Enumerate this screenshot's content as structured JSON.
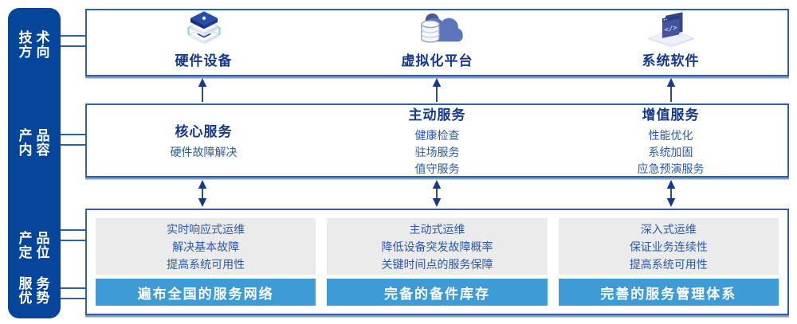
{
  "colors": {
    "sidebar_bg": "#05459A",
    "box_border": "#2E5FA8",
    "title_navy": "#16388C",
    "body_blue": "#2B5AA8",
    "bar_blue": "#3E9BD5",
    "panel_gray": "#EBEBEB",
    "arrow_navy": "#16388C",
    "bracket_cyan": "#7FCBEC"
  },
  "sidebar": {
    "items": [
      {
        "line1": "技术",
        "line2": "方向"
      },
      {
        "line1": "产品",
        "line2": "内容"
      },
      {
        "line1": "产品",
        "line2": "定位"
      },
      {
        "line1": "服务",
        "line2": "优势"
      }
    ]
  },
  "tech": {
    "items": [
      {
        "icon": "server-stack-icon",
        "label": "硬件设备"
      },
      {
        "icon": "cloud-database-icon",
        "label": "虚拟化平台"
      },
      {
        "icon": "code-window-icon",
        "label": "系统软件"
      }
    ]
  },
  "services": [
    {
      "title": "核心服务",
      "items": [
        "硬件故障解决"
      ]
    },
    {
      "title": "主动服务",
      "items": [
        "健康检查",
        "驻场服务",
        "值守服务"
      ]
    },
    {
      "title": "增值服务",
      "items": [
        "性能优化",
        "系统加固",
        "应急预演服务"
      ]
    }
  ],
  "positioning": [
    {
      "lines": [
        "实时响应式运维",
        "解决基本故障",
        "提高系统可用性"
      ],
      "advantage": "遍布全国的服务网络"
    },
    {
      "lines": [
        "主动式运维",
        "降低设备突发故障概率",
        "关键时间点的服务保障"
      ],
      "advantage": "完备的备件库存"
    },
    {
      "lines": [
        "深入式运维",
        "保证业务连续性",
        "提高系统可用性"
      ],
      "advantage": "完善的服务管理体系"
    }
  ]
}
